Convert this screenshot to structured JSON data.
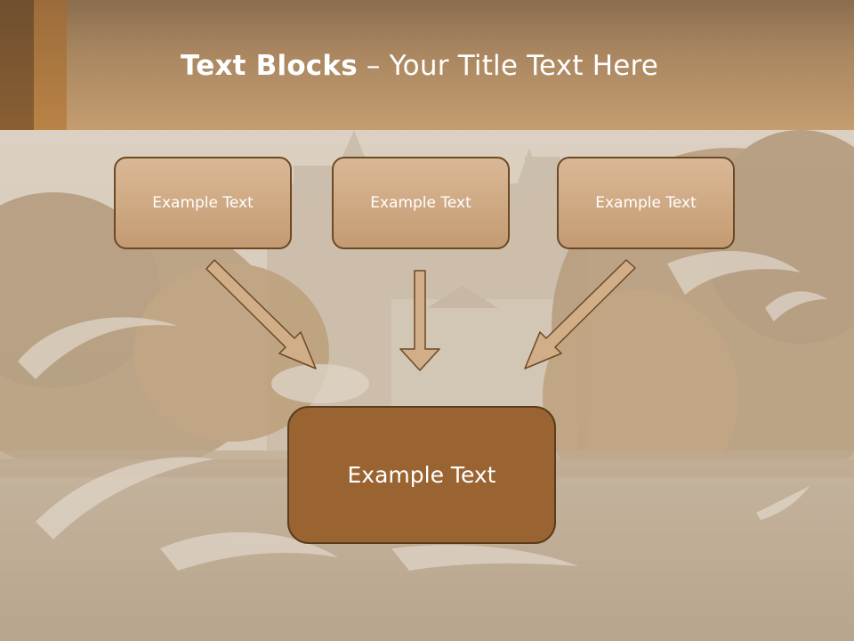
{
  "slide": {
    "title_bold": "Text Blocks",
    "title_rest": " – Your Title Text Here",
    "boxes": [
      {
        "label": "Example Text"
      },
      {
        "label": "Example Text"
      },
      {
        "label": "Example Text"
      }
    ],
    "main_box": {
      "label": "Example Text"
    }
  },
  "colors": {
    "header": "#b48b60",
    "box_fill": "#d2ae88",
    "box_border": "#6b4a25",
    "main_box_fill": "#9a6432"
  }
}
